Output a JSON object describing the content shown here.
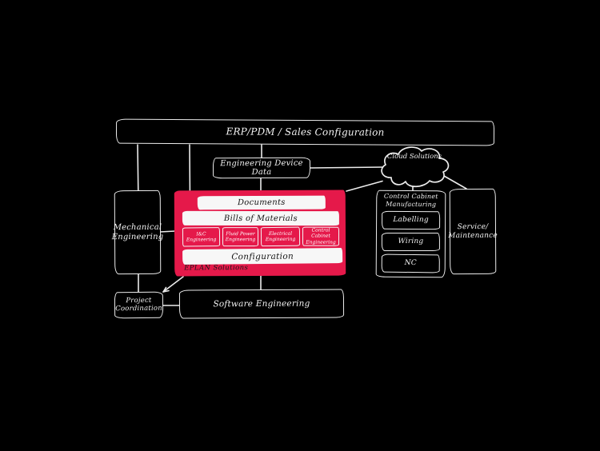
{
  "colors": {
    "background": "#000000",
    "ink": "#F2F2F2",
    "accent_red": "#E5194A",
    "inner_panel_white": "#F7F7F7",
    "dark_text": "#141414"
  },
  "diagram": {
    "erp_label": "ERP/PDM / Sales Configuration",
    "engineering_device_data": "Engineering Device Data",
    "cloud": "Cloud Solutions",
    "mechanical": "Mechanical Engineering",
    "eplan": {
      "documents": "Documents",
      "bom": "Bills of Materials",
      "disciplines": [
        "I&C Engineering",
        "Fluid Power Engineering",
        "Electrical Engineering",
        "Control Cabinet Engineering"
      ],
      "configuration": "Configuration",
      "caption": "EPLAN Solutions"
    },
    "manufacturing": {
      "title": "Control Cabinet Manufacturing",
      "items": [
        "Labelling",
        "Wiring",
        "NC"
      ]
    },
    "service": "Service/ Maintenance",
    "project": "Project Coordination",
    "software": "Software Engineering"
  }
}
